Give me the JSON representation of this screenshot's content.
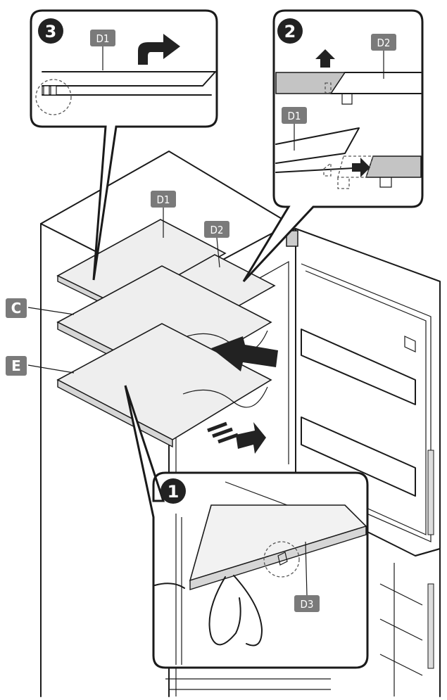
{
  "step_numbers": {
    "step1": "1",
    "step2": "2",
    "step3": "3"
  },
  "labels": {
    "shelf_c": "C",
    "shelf_e": "E",
    "main_d1": "D1",
    "main_d2": "D2",
    "callout2_d1": "D1",
    "callout2_d2": "D2",
    "callout3_d1": "D1",
    "callout1_d3": "D3"
  },
  "icons": {
    "warning": "warning-triangle-icon",
    "turn_arrow": "turn-arrow-icon",
    "pull_arrow": "pull-out-arrow-icon",
    "lift_arrow": "lift-up-arrow-icon",
    "slide_arrow": "slide-arrow-icon"
  },
  "colors": {
    "label_fill": "#7a7a7a",
    "marker_fill": "#222222",
    "shelf": "#e6e6e6"
  }
}
